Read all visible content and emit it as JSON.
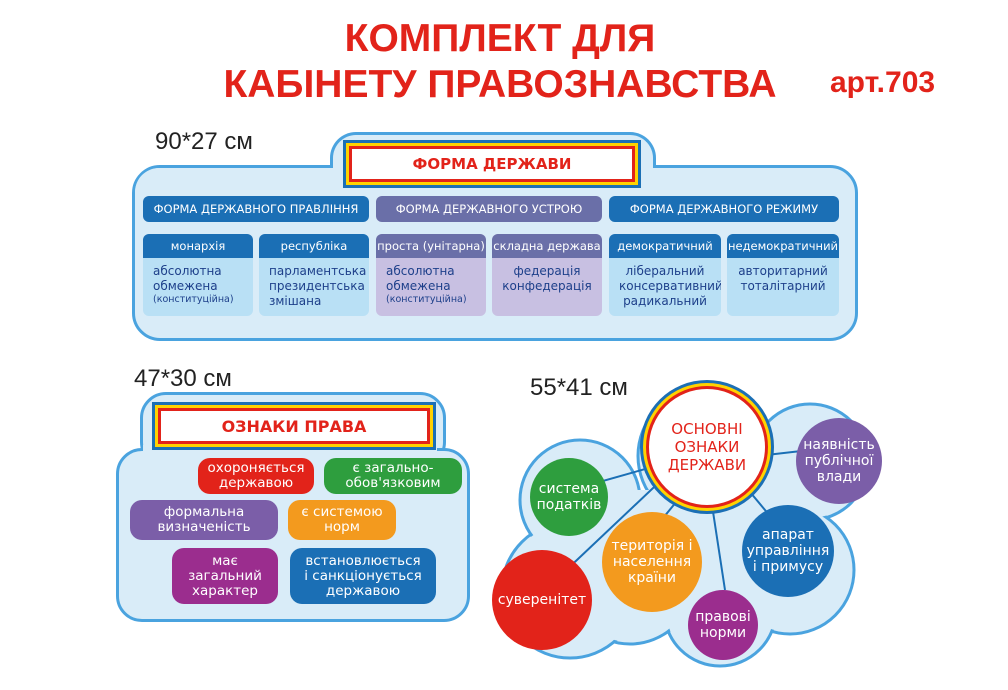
{
  "title_line1": "КОМПЛЕКТ ДЛЯ",
  "title_line2": "КАБІНЕТУ ПРАВОЗНАВСТВА",
  "article": "арт.703",
  "stand1": {
    "size": "90*27 см",
    "heading": "ФОРМА ДЕРЖАВИ",
    "groups": [
      "ФОРМА ДЕРЖАВНОГО ПРАВЛІННЯ",
      "ФОРМА ДЕРЖАВНОГО УСТРОЮ",
      "ФОРМА ДЕРЖАВНОГО РЕЖИМУ"
    ],
    "cells": [
      {
        "header": "монархія",
        "lines": [
          "абсолютна",
          "обмежена"
        ],
        "small": "(конституційна)"
      },
      {
        "header": "республіка",
        "lines": [
          "парламентська",
          "президентська",
          "змішана"
        ],
        "small": ""
      },
      {
        "header": "проста (унітарна)",
        "lines": [
          "абсолютна",
          "обмежена"
        ],
        "small": "(конституційна)"
      },
      {
        "header": "складна держава",
        "lines": [
          "федерація",
          "конфедерація"
        ],
        "small": ""
      },
      {
        "header": "демократичний",
        "lines": [
          "ліберальний",
          "консервативний",
          "радикальний"
        ],
        "small": ""
      },
      {
        "header": "недемократичний",
        "lines": [
          "авторитарний",
          "тоталітарний"
        ],
        "small": ""
      }
    ]
  },
  "stand2": {
    "size": "47*30 см",
    "heading": "ОЗНАКИ ПРАВА",
    "items": [
      {
        "lines": [
          "охороняється",
          "державою"
        ]
      },
      {
        "lines": [
          "є загально-",
          "обов'язковим"
        ]
      },
      {
        "lines": [
          "формальна",
          "визначеність"
        ]
      },
      {
        "lines": [
          "є системою",
          "норм"
        ]
      },
      {
        "lines": [
          "має",
          "загальний",
          "характер"
        ]
      },
      {
        "lines": [
          "встановлюється",
          "і санкціонується",
          "державою"
        ]
      }
    ]
  },
  "stand3": {
    "size": "55*41 см",
    "center": [
      "ОСНОВНІ",
      "ОЗНАКИ",
      "ДЕРЖАВИ"
    ],
    "items": [
      {
        "lines": [
          "система",
          "податків"
        ]
      },
      {
        "lines": [
          "суверенітет"
        ]
      },
      {
        "lines": [
          "територія і",
          "населення",
          "країни"
        ]
      },
      {
        "lines": [
          "правові",
          "норми"
        ]
      },
      {
        "lines": [
          "апарат",
          "управління",
          "і примусу"
        ]
      },
      {
        "lines": [
          "наявність",
          "публічної",
          "влади"
        ]
      }
    ]
  },
  "colors": {
    "title_red": "#e2231a",
    "board_fill": "#d9ecf8",
    "blue": "#1b6fb5",
    "purple": "#7b5ea8",
    "lavender": "#c8c0e2",
    "green": "#2e9e3e",
    "orange": "#f39a1e",
    "magenta": "#9b2d8e",
    "red": "#e2231a"
  }
}
